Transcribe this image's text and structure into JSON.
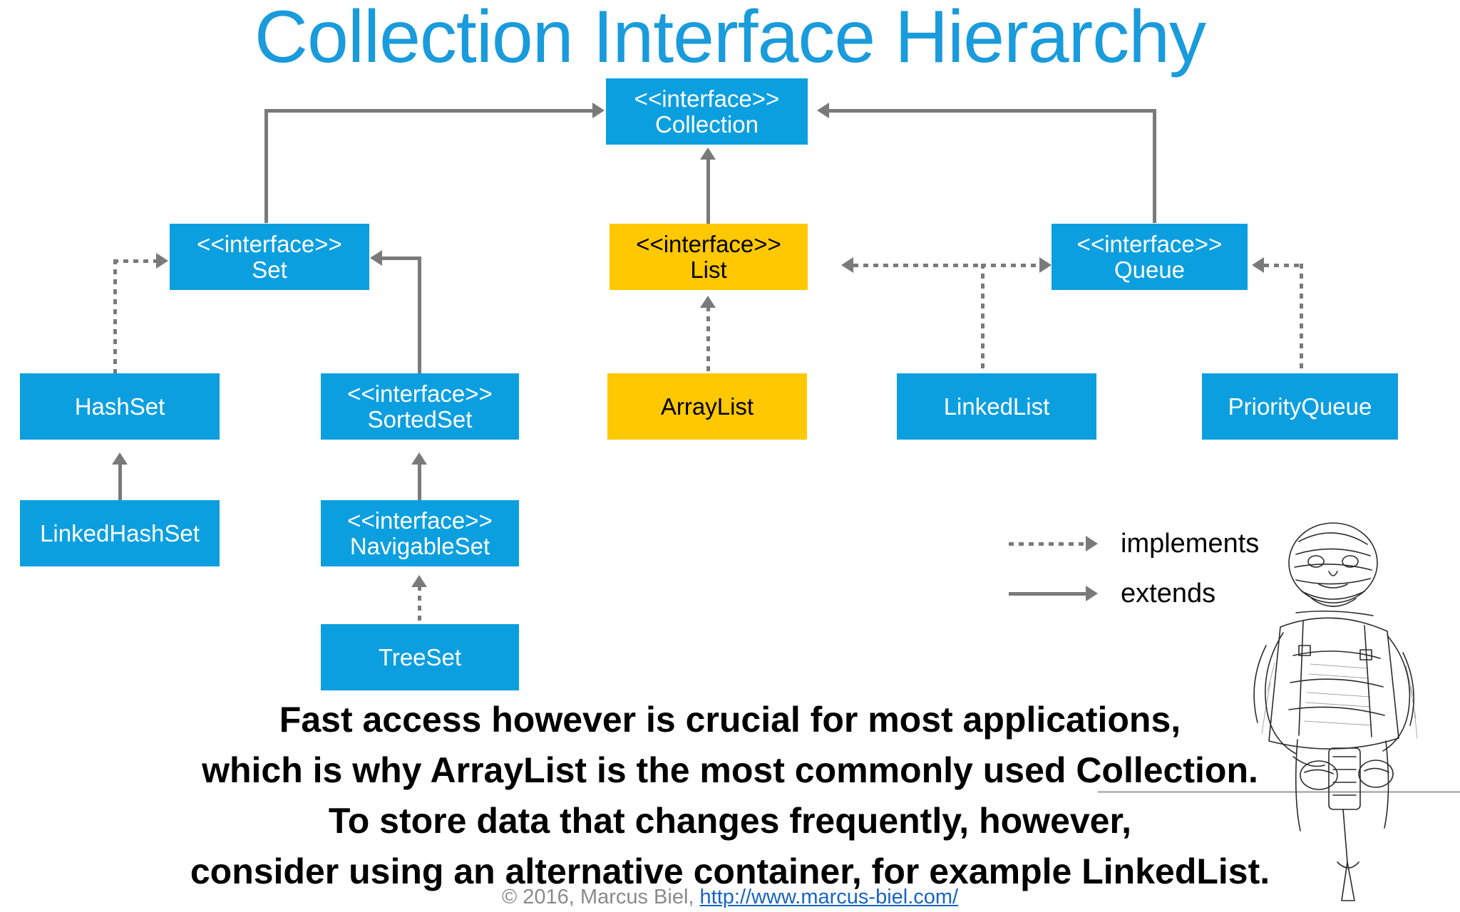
{
  "title": "Collection Interface Hierarchy",
  "stereotype": "<<interface>>",
  "nodes": [
    {
      "id": "collection",
      "name": "Collection",
      "stereotype": "<<interface>>",
      "kind": "interface",
      "color": "#0C9FE0",
      "text_color": "#FFFFFF"
    },
    {
      "id": "set",
      "name": "Set",
      "stereotype": "<<interface>>",
      "kind": "interface",
      "color": "#0C9FE0",
      "text_color": "#FFFFFF"
    },
    {
      "id": "list",
      "name": "List",
      "stereotype": "<<interface>>",
      "kind": "interface",
      "color": "#FFC800",
      "text_color": "#000000"
    },
    {
      "id": "queue",
      "name": "Queue",
      "stereotype": "<<interface>>",
      "kind": "interface",
      "color": "#0C9FE0",
      "text_color": "#FFFFFF"
    },
    {
      "id": "hashset",
      "name": "HashSet",
      "stereotype": "",
      "kind": "class",
      "color": "#0C9FE0",
      "text_color": "#FFFFFF"
    },
    {
      "id": "sortedset",
      "name": "SortedSet",
      "stereotype": "<<interface>>",
      "kind": "interface",
      "color": "#0C9FE0",
      "text_color": "#FFFFFF"
    },
    {
      "id": "arraylist",
      "name": "ArrayList",
      "stereotype": "",
      "kind": "class",
      "color": "#FFC800",
      "text_color": "#000000"
    },
    {
      "id": "linkedlist",
      "name": "LinkedList",
      "stereotype": "",
      "kind": "class",
      "color": "#0C9FE0",
      "text_color": "#FFFFFF"
    },
    {
      "id": "priorityqueue",
      "name": "PriorityQueue",
      "stereotype": "",
      "kind": "class",
      "color": "#0C9FE0",
      "text_color": "#FFFFFF"
    },
    {
      "id": "linkedhashset",
      "name": "LinkedHashSet",
      "stereotype": "",
      "kind": "class",
      "color": "#0C9FE0",
      "text_color": "#FFFFFF"
    },
    {
      "id": "navigableset",
      "name": "NavigableSet",
      "stereotype": "<<interface>>",
      "kind": "interface",
      "color": "#0C9FE0",
      "text_color": "#FFFFFF"
    },
    {
      "id": "treeset",
      "name": "TreeSet",
      "stereotype": "",
      "kind": "class",
      "color": "#0C9FE0",
      "text_color": "#FFFFFF"
    }
  ],
  "edges": [
    {
      "from": "set",
      "to": "collection",
      "type": "extends"
    },
    {
      "from": "list",
      "to": "collection",
      "type": "extends"
    },
    {
      "from": "queue",
      "to": "collection",
      "type": "extends"
    },
    {
      "from": "sortedset",
      "to": "set",
      "type": "extends"
    },
    {
      "from": "hashset",
      "to": "set",
      "type": "implements"
    },
    {
      "from": "arraylist",
      "to": "list",
      "type": "implements"
    },
    {
      "from": "linkedlist",
      "to": "list",
      "type": "implements"
    },
    {
      "from": "linkedlist",
      "to": "queue",
      "type": "implements"
    },
    {
      "from": "priorityqueue",
      "to": "queue",
      "type": "implements"
    },
    {
      "from": "linkedhashset",
      "to": "hashset",
      "type": "extends"
    },
    {
      "from": "navigableset",
      "to": "sortedset",
      "type": "extends"
    },
    {
      "from": "treeset",
      "to": "navigableset",
      "type": "implements"
    }
  ],
  "legend": {
    "implements_label": "implements",
    "extends_label": "extends"
  },
  "caption": {
    "line1": "Fast access however is crucial for most applications,",
    "line2": "which is why ArrayList is the most commonly used Collection.",
    "line3": "To store data that changes frequently, however,",
    "line4": "consider using an alternative container, for example LinkedList."
  },
  "footer": {
    "copyright": "© 2016, Marcus Biel, ",
    "link": "http://www.marcus-biel.com/"
  },
  "colors": {
    "title": "#199BDC",
    "interface_blue": "#0C9FE0",
    "highlight_yellow": "#FFC800",
    "connector_gray": "#7A7A7A",
    "link_blue": "#1763C6"
  }
}
